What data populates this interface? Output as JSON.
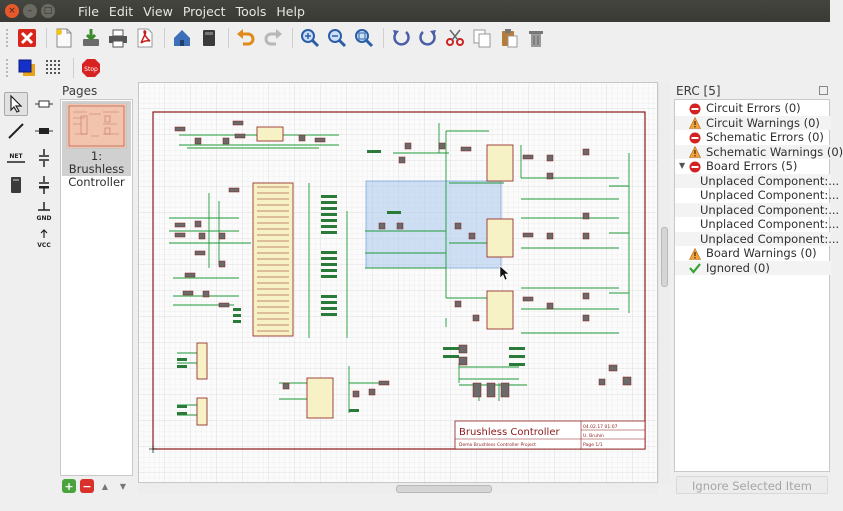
{
  "window": {
    "buttons": [
      "×",
      "–",
      "□"
    ],
    "menu": [
      "File",
      "Edit",
      "View",
      "Project",
      "Tools",
      "Help"
    ]
  },
  "toolbar": {
    "row1": [
      "close-document",
      "new-page",
      "save",
      "print",
      "export-pdf",
      "control-panel",
      "schematic-editor",
      "undo",
      "redo",
      "zoom-in",
      "zoom-out",
      "zoom-all",
      "rotate-ccw",
      "rotate-cw",
      "cut",
      "copy",
      "paste",
      "remove"
    ],
    "row2": [
      "layer-color",
      "grid-settings",
      "stop"
    ],
    "stop_label": "Stop"
  },
  "tools": {
    "net_label": "NET",
    "gnd_label": "GND",
    "vcc_label": "VCC"
  },
  "pages": {
    "title": "Pages",
    "items": [
      {
        "label": "1: Brushless\nController"
      }
    ]
  },
  "schematic": {
    "title_block": {
      "title": "Brushless Controller",
      "subtitle": "Demo Brushless Controller Project",
      "date": "04.02.17 01:07",
      "author": "U. Bruhin",
      "page": "Page 1/1"
    }
  },
  "erc": {
    "title": "ERC [5]",
    "items": [
      {
        "label": "Circuit Errors (0)",
        "icon": "error-icon",
        "indent": 1
      },
      {
        "label": "Circuit Warnings (0)",
        "icon": "warning-icon",
        "indent": 1
      },
      {
        "label": "Schematic Errors (0)",
        "icon": "error-icon",
        "indent": 1
      },
      {
        "label": "Schematic Warnings (0)",
        "icon": "warning-icon",
        "indent": 1
      },
      {
        "label": "Board Errors (5)",
        "icon": "error-icon",
        "indent": 1,
        "expanded": true
      },
      {
        "label": "Unplaced Component:...",
        "indent": 2
      },
      {
        "label": "Unplaced Component:...",
        "indent": 2
      },
      {
        "label": "Unplaced Component:...",
        "indent": 2
      },
      {
        "label": "Unplaced Component:...",
        "indent": 2
      },
      {
        "label": "Unplaced Component:...",
        "indent": 2
      },
      {
        "label": "Board Warnings (0)",
        "icon": "warning-icon",
        "indent": 1
      },
      {
        "label": "Ignored (0)",
        "icon": "check-icon",
        "indent": 1
      }
    ],
    "ignore_button": "Ignore Selected Item"
  },
  "colors": {
    "accent": "#e9582a",
    "frame": "#8b1a1a",
    "selection": "#a9c8ee",
    "component": "#f7f2c5",
    "wire": "#1e9a3a"
  }
}
